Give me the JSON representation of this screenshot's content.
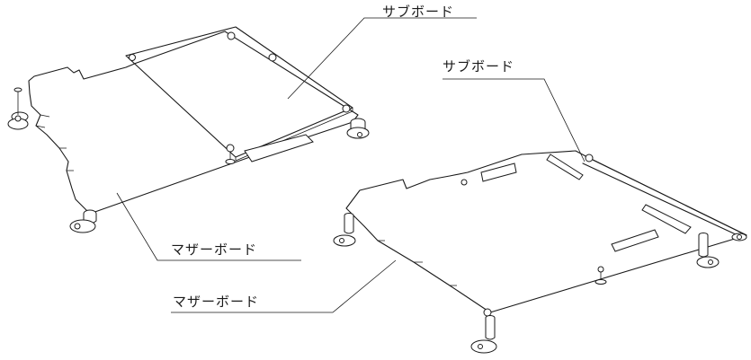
{
  "labels": {
    "sub_board_left": "サブボード",
    "sub_board_right": "サブボード",
    "mother_board_left": "マザーボード",
    "mother_board_right": "マザーボード"
  }
}
